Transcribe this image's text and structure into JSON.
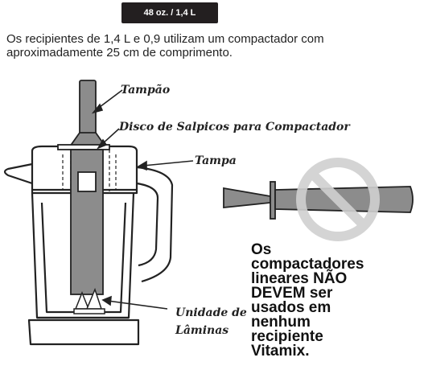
{
  "badge": "48 oz. / 1,4 L",
  "intro": [
    "Os recipientes de 1,4 L e 0,9 utilizam um compactador com",
    "aproximadamente 25 cm de comprimento."
  ],
  "labels": {
    "tampao": "Tampão",
    "disco": "Disco de Salpicos para Compactador",
    "tampa": "Tampa",
    "unidade_line1": "Unidade de",
    "unidade_line2": "Lâminas"
  },
  "warning": [
    "Os",
    "compactadores",
    "lineares NÃO",
    "DEVEM ser",
    "usados em",
    "nenhum",
    "recipiente",
    "Vitamix."
  ],
  "colors": {
    "tamper_gray": "#8c8c8c",
    "prohibition_gray": "#d0d0d0",
    "badge_bg": "#231f20"
  }
}
